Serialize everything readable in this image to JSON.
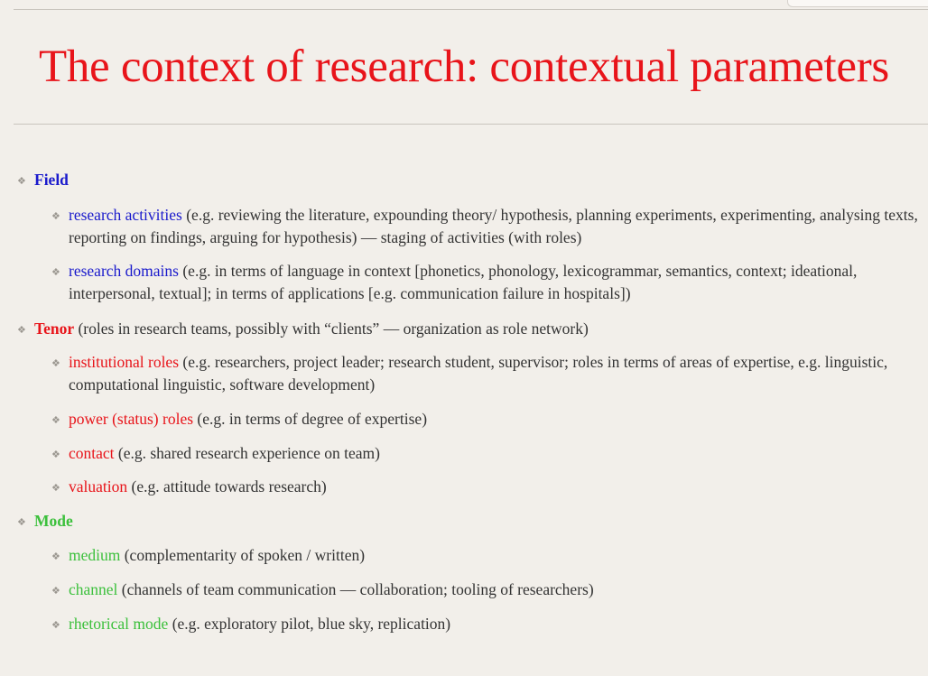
{
  "title": "The context of research: contextual parameters",
  "bullet_glyph": "❖",
  "colors": {
    "title": "#e8141a",
    "field": "#1a1acc",
    "tenor": "#e8141a",
    "mode": "#3cc03c",
    "text": "#333333"
  },
  "field": {
    "heading": "Field",
    "items": [
      {
        "term": "research activities",
        "desc": " (e.g. reviewing the literature, expounding theory/ hypothesis, planning experiments, experimenting, analysing texts, reporting on findings, arguing for hypothesis) — staging of activities (with roles)"
      },
      {
        "term": "research domains",
        "desc": " (e.g. in terms of language in context [phonetics, phonology, lexicogrammar, semantics, context; ideational, interpersonal, textual]; in terms of applications [e.g. communication failure in hospitals])"
      }
    ]
  },
  "tenor": {
    "heading": "Tenor",
    "desc": " (roles in research teams, possibly with “clients” — organization as role network)",
    "items": [
      {
        "term": "institutional roles",
        "desc": " (e.g. researchers, project leader; research student, supervisor; roles in terms of areas of expertise, e.g. linguistic, computational linguistic, software development)"
      },
      {
        "term": "power (status) roles",
        "desc": " (e.g. in terms of degree of expertise)"
      },
      {
        "term": "contact",
        "desc": " (e.g. shared research experience on team)"
      },
      {
        "term": "valuation",
        "desc": " (e.g. attitude towards research)"
      }
    ]
  },
  "mode": {
    "heading": "Mode",
    "items": [
      {
        "term": "medium",
        "desc": " (complementarity of spoken / written)"
      },
      {
        "term": "channel",
        "desc": " (channels of team communication — collaboration; tooling of researchers)"
      },
      {
        "term": "rhetorical mode",
        "desc": " (e.g. exploratory pilot, blue sky, replication)"
      }
    ]
  }
}
